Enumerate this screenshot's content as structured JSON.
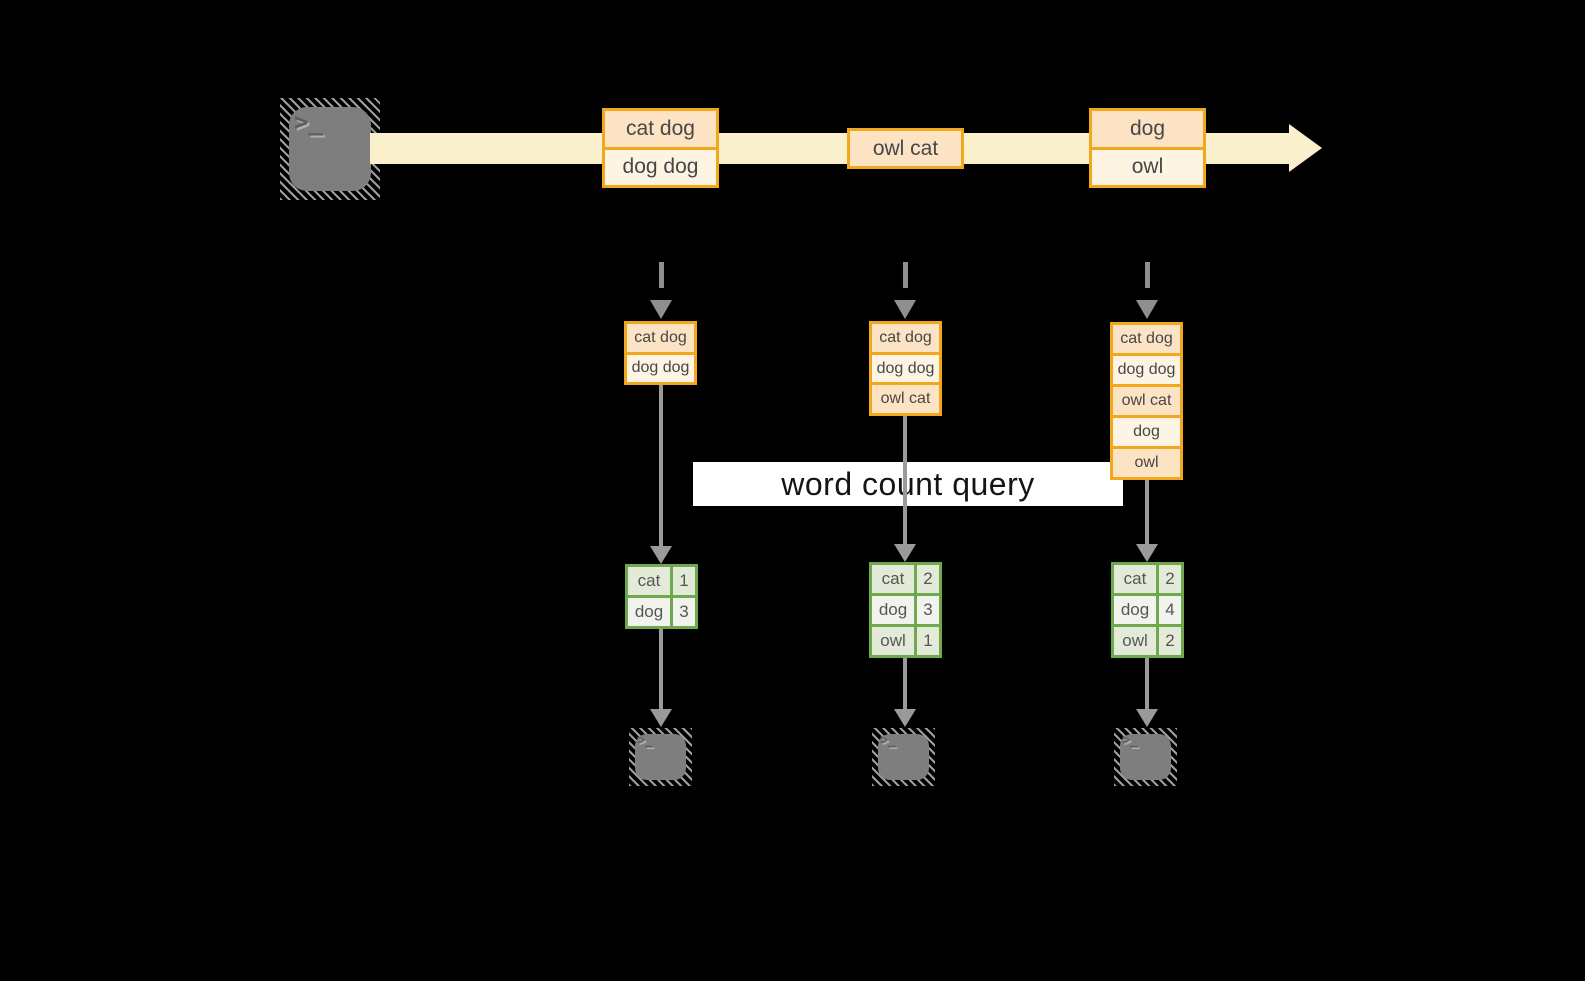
{
  "diagram": {
    "banner_label": "word count query",
    "terminal_glyph": ">_",
    "colors": {
      "background": "#000000",
      "stream_band": "#FAF0CB",
      "box_border": "#F2A81D",
      "box_fill_peach": "#FBE3C4",
      "box_fill_cream": "#FDF4E4",
      "table_border": "#70A84F",
      "table_fill_sage": "#E3EBD8",
      "table_fill_light": "#F1F4EC",
      "arrow_gray": "#9A9A9A"
    }
  },
  "stream": {
    "messages": [
      {
        "lines": [
          "cat dog",
          "dog dog"
        ]
      },
      {
        "lines": [
          "owl cat"
        ]
      },
      {
        "lines": [
          "dog",
          "owl"
        ]
      }
    ]
  },
  "columns": [
    {
      "buffer": [
        "cat dog",
        "dog dog"
      ],
      "counts": [
        [
          "cat",
          "1"
        ],
        [
          "dog",
          "3"
        ]
      ]
    },
    {
      "buffer": [
        "cat dog",
        "dog dog",
        "owl cat"
      ],
      "counts": [
        [
          "cat",
          "2"
        ],
        [
          "dog",
          "3"
        ],
        [
          "owl",
          "1"
        ]
      ]
    },
    {
      "buffer": [
        "cat dog",
        "dog dog",
        "owl cat",
        "dog",
        "owl"
      ],
      "counts": [
        [
          "cat",
          "2"
        ],
        [
          "dog",
          "4"
        ],
        [
          "owl",
          "2"
        ]
      ]
    }
  ]
}
